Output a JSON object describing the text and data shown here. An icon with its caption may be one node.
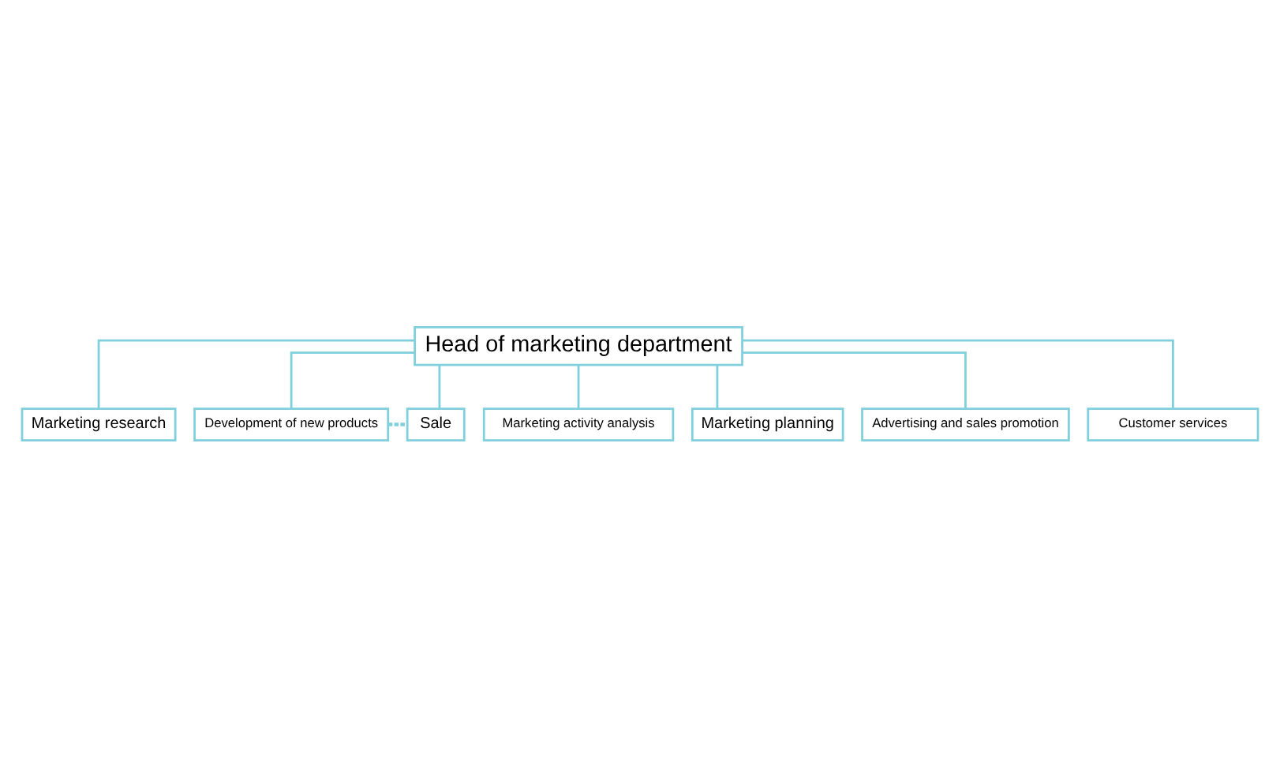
{
  "diagram": {
    "nodes": [
      {
        "text": [
          "Head of marketing department"
        ]
      },
      {
        "text": [
          "Marketing research"
        ]
      },
      {
        "text": [
          "Development of new products"
        ]
      },
      {
        "text": [
          "Sale"
        ]
      },
      {
        "text": [
          "Marketing activity analysis"
        ]
      },
      {
        "text": [
          "Marketing planning"
        ]
      },
      {
        "text": [
          "Advertising and sales promotion"
        ]
      },
      {
        "text": [
          "Customer services"
        ]
      }
    ],
    "edges": [
      {
        "from": 0,
        "to": 1,
        "arrow": "none"
      },
      {
        "from": 0,
        "to": 2,
        "arrow": "none"
      },
      {
        "from": 0,
        "to": 3,
        "arrow": "none"
      },
      {
        "from": 0,
        "to": 4,
        "arrow": "none"
      },
      {
        "from": 0,
        "to": 5,
        "arrow": "none"
      },
      {
        "from": 0,
        "to": 6,
        "arrow": "none"
      },
      {
        "from": 0,
        "to": 7,
        "arrow": "none"
      },
      {
        "from": 2,
        "to": 3,
        "arrow": "none",
        "style": "dashed"
      }
    ]
  }
}
